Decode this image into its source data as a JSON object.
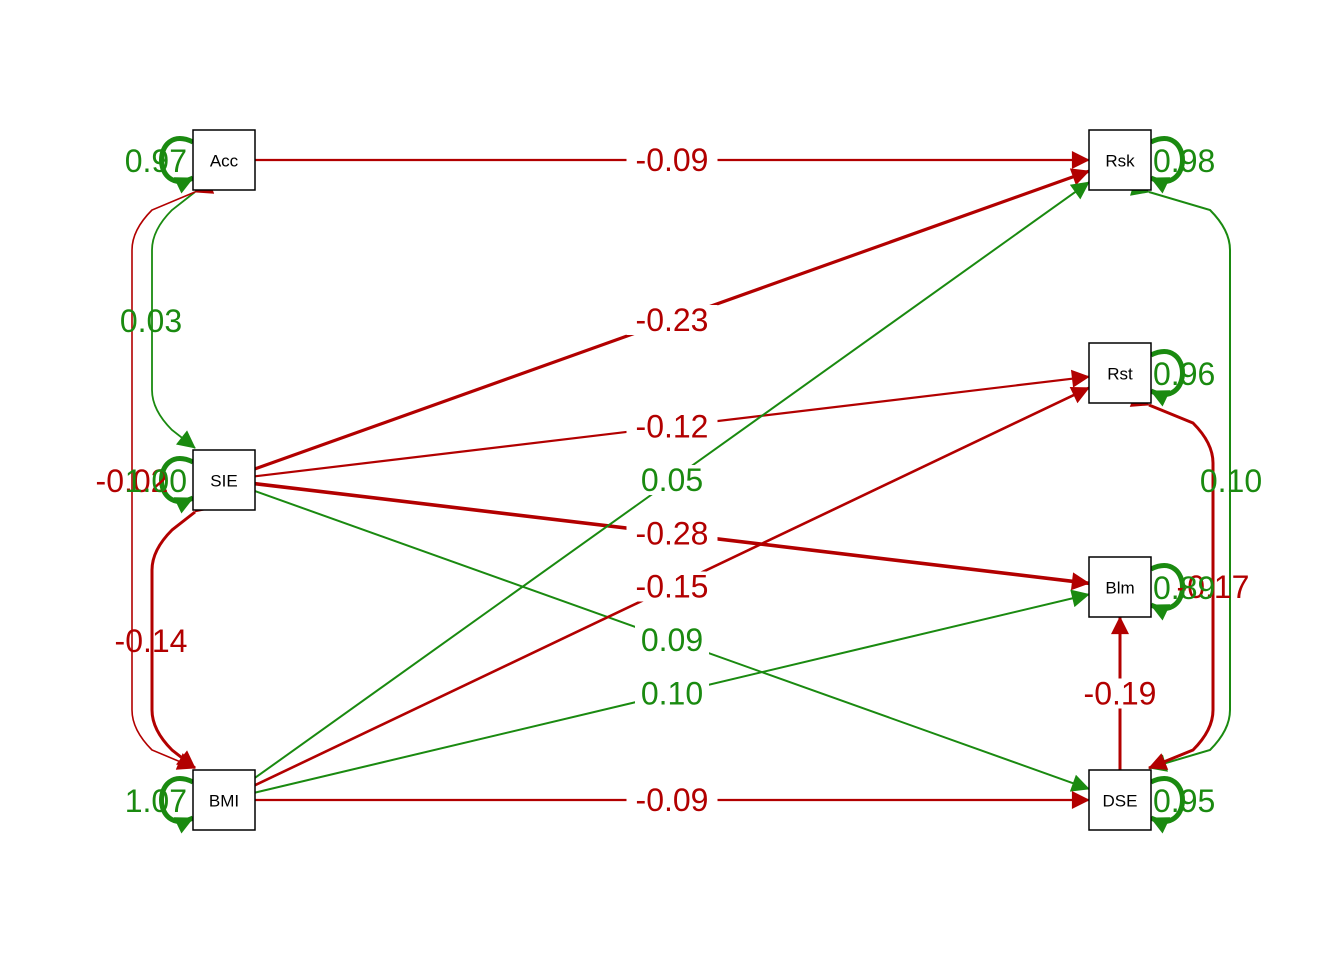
{
  "colors": {
    "positive": "#1a8a10",
    "negative": "#b20000",
    "box_stroke": "#000000"
  },
  "nodes": [
    {
      "id": "Acc",
      "label": "Acc"
    },
    {
      "id": "SIE",
      "label": "SIE"
    },
    {
      "id": "BMI",
      "label": "BMI"
    },
    {
      "id": "Rsk",
      "label": "Rsk"
    },
    {
      "id": "Rst",
      "label": "Rst"
    },
    {
      "id": "Blm",
      "label": "Blm"
    },
    {
      "id": "DSE",
      "label": "DSE"
    }
  ],
  "paths": [
    {
      "from": "Acc",
      "to": "Rsk",
      "label": "-0.09",
      "sign": "neg"
    },
    {
      "from": "SIE",
      "to": "Rsk",
      "label": "-0.23",
      "sign": "neg"
    },
    {
      "from": "SIE",
      "to": "Rst",
      "label": "-0.12",
      "sign": "neg"
    },
    {
      "from": "SIE",
      "to": "Blm",
      "label": "-0.28",
      "sign": "neg"
    },
    {
      "from": "SIE",
      "to": "DSE",
      "label": "0.09",
      "sign": "pos"
    },
    {
      "from": "BMI",
      "to": "Rsk",
      "label": "0.05",
      "sign": "pos"
    },
    {
      "from": "BMI",
      "to": "Rst",
      "label": "-0.15",
      "sign": "neg"
    },
    {
      "from": "BMI",
      "to": "Blm",
      "label": "0.10",
      "sign": "pos"
    },
    {
      "from": "BMI",
      "to": "DSE",
      "label": "-0.09",
      "sign": "neg"
    },
    {
      "from": "DSE",
      "to": "Blm",
      "label": "-0.19",
      "sign": "neg"
    }
  ],
  "covariances": [
    {
      "a": "Acc",
      "b": "SIE",
      "label": "0.03",
      "sign": "pos"
    },
    {
      "a": "Acc",
      "b": "BMI",
      "label": "-0.02",
      "sign": "neg"
    },
    {
      "a": "SIE",
      "b": "BMI",
      "label": "-0.14",
      "sign": "neg"
    },
    {
      "a": "Rsk",
      "b": "DSE",
      "label": "0.10",
      "sign": "pos"
    },
    {
      "a": "Rst",
      "b": "DSE",
      "label": "-0.17",
      "sign": "neg"
    }
  ],
  "variances": [
    {
      "node": "Acc",
      "label": "0.97",
      "sign": "pos"
    },
    {
      "node": "SIE",
      "label": "1.00",
      "sign": "pos"
    },
    {
      "node": "BMI",
      "label": "1.07",
      "sign": "pos"
    },
    {
      "node": "Rsk",
      "label": "0.98",
      "sign": "pos"
    },
    {
      "node": "Rst",
      "label": "0.96",
      "sign": "pos"
    },
    {
      "node": "Blm",
      "label": "0.89",
      "sign": "pos"
    },
    {
      "node": "DSE",
      "label": "0.95",
      "sign": "pos"
    }
  ]
}
